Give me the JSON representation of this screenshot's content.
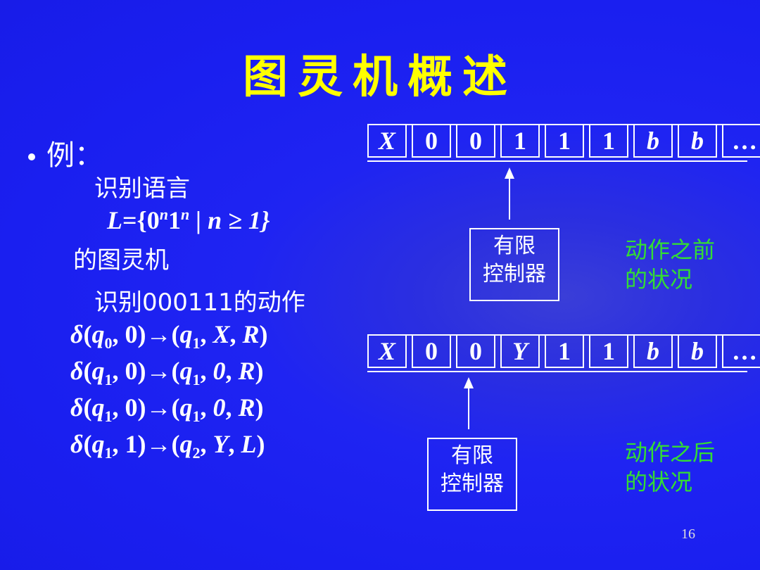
{
  "title": "图灵机概述",
  "bullet": {
    "label": "例："
  },
  "left": {
    "line1": "识别语言",
    "lang_L": "L",
    "lang_eq": "={0",
    "lang_n1": "n",
    "lang_1": "1",
    "lang_n2": "n",
    "lang_rest": " | n ≥ 1}",
    "line3": "的图灵机",
    "line4": "识别000111的动作"
  },
  "transitions": [
    {
      "delta": "δ",
      "lhs_q": "q",
      "lhs_sub": "0",
      "lhs_sym": "0",
      "rhs_q": "q",
      "rhs_sub": "1",
      "rhs_sym": "X",
      "dir": "R"
    },
    {
      "delta": "δ",
      "lhs_q": "q",
      "lhs_sub": "1",
      "lhs_sym": "0",
      "rhs_q": "q",
      "rhs_sub": "1",
      "rhs_sym": "0",
      "dir": "R"
    },
    {
      "delta": "δ",
      "lhs_q": "q",
      "lhs_sub": "1",
      "lhs_sym": "0",
      "rhs_q": "q",
      "rhs_sub": "1",
      "rhs_sym": "0",
      "dir": "R"
    },
    {
      "delta": "δ",
      "lhs_q": "q",
      "lhs_sub": "1",
      "lhs_sym": "1",
      "rhs_q": "q",
      "rhs_sub": "2",
      "rhs_sym": "Y",
      "dir": "L"
    }
  ],
  "tape_before": [
    "X",
    "0",
    "0",
    "1",
    "1",
    "1",
    "b",
    "b",
    "…"
  ],
  "tape_after": [
    "X",
    "0",
    "0",
    "Y",
    "1",
    "1",
    "b",
    "b",
    "…"
  ],
  "control_before": {
    "line1": "有限",
    "line2": "控制器"
  },
  "control_after": {
    "line1": "有限",
    "line2": "控制器"
  },
  "state_before": {
    "line1": "动作之前",
    "line2": "的状况"
  },
  "state_after": {
    "line1": "动作之后",
    "line2": "的状况"
  },
  "page_number": "16",
  "colors": {
    "background": "#1a1ff0",
    "title": "#ffff00",
    "annotation": "#33dd33",
    "text": "#ffffff"
  }
}
